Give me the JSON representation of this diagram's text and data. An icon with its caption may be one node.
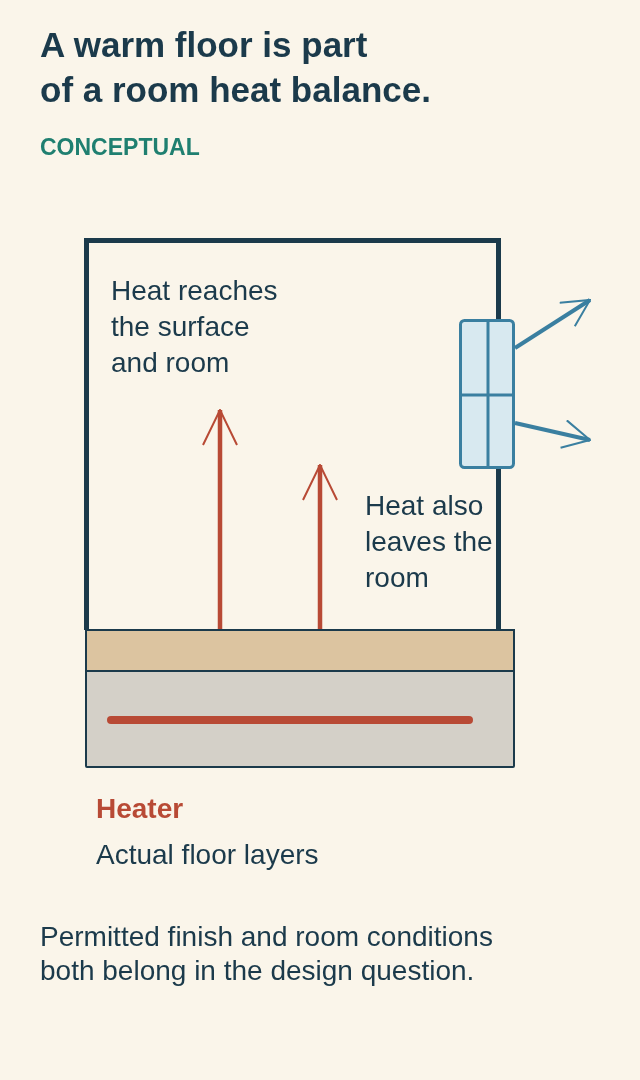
{
  "diagram": {
    "title": "A warm floor is part of a room heat balance.",
    "caption": "Permitted finish and room conditions both belong in the design question.",
    "nodes": [
      {
        "text": [
          "Heat reaches the surface and room",
          "Heat also leaves the room"
        ]
      },
      {
        "text": [],
        "shape": "window"
      },
      {
        "text": [],
        "shape": "bar"
      },
      {
        "text": [],
        "shape": "bar"
      }
    ],
    "edges": [
      {
        "from": 2,
        "to": 0,
        "arrow": "to",
        "color": "#b84a35"
      },
      {
        "from": 2,
        "to": 0,
        "arrow": "to",
        "color": "#b84a35"
      },
      {
        "from": 1,
        "to": null,
        "arrow": "to",
        "color": "#3a7fa0"
      },
      {
        "from": 1,
        "to": null,
        "arrow": "to",
        "color": "#3a7fa0"
      }
    ],
    "labels": [
      "CONCEPTUAL",
      "Heater",
      "Actual floor layers"
    ]
  }
}
